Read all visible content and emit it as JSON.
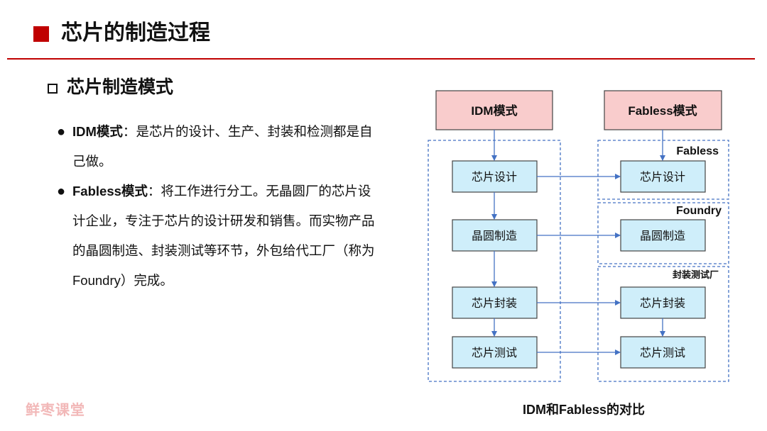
{
  "header": {
    "title": "芯片的制造过程"
  },
  "section": {
    "subtitle": "芯片制造模式"
  },
  "bullets": [
    {
      "term": "IDM模式",
      "sep": "：",
      "text": "是芯片的设计、生产、封装和检测都是自己做。"
    },
    {
      "term": "Fabless模式",
      "sep": "：",
      "text": "将工作进行分工。无晶圆厂的芯片设计企业，专注于芯片的设计研发和销售。而实物产品的晶圆制造、封装测试等环节，外包给代工厂（称为Foundry）完成。"
    }
  ],
  "diagram": {
    "left_header": "IDM模式",
    "right_header": "Fabless模式",
    "left_steps": [
      "芯片设计",
      "晶圆制造",
      "芯片封装",
      "芯片测试"
    ],
    "right_steps": [
      "芯片设计",
      "晶圆制造",
      "芯片封装",
      "芯片测试"
    ],
    "groups": [
      "Fabless",
      "Foundry",
      "封装测试厂"
    ],
    "caption": "IDM和Fabless的对比",
    "colors": {
      "header_fill": "#f9cccc",
      "step_fill": "#cfeefa",
      "arrow": "#4472c4",
      "dashed": "#4472c4"
    }
  },
  "watermark": "鲜枣课堂"
}
